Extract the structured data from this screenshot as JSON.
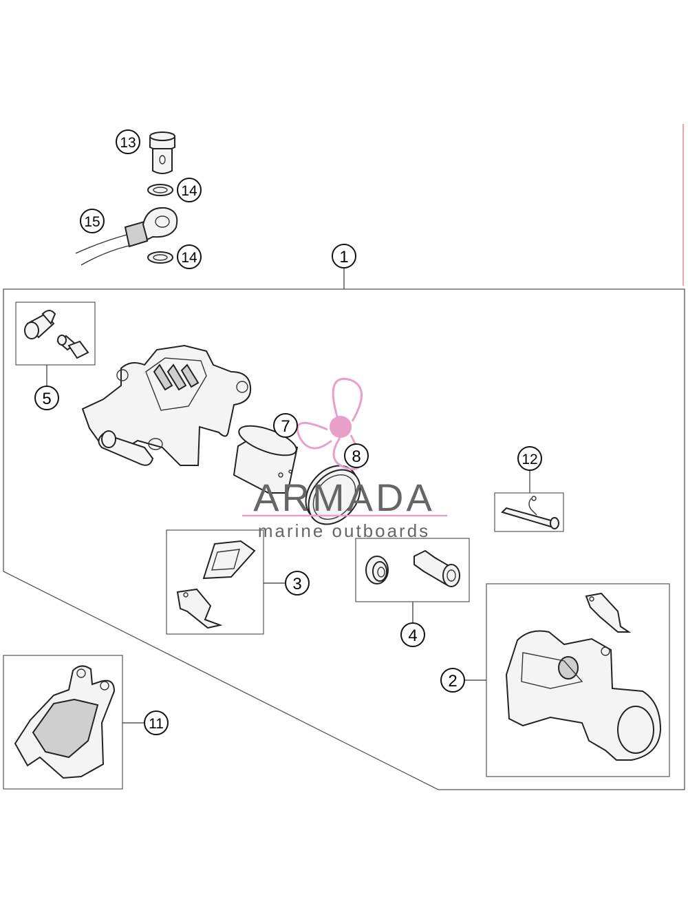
{
  "diagram": {
    "callouts": [
      {
        "id": "c1",
        "label": "1"
      },
      {
        "id": "c2",
        "label": "2"
      },
      {
        "id": "c3",
        "label": "3"
      },
      {
        "id": "c4",
        "label": "4"
      },
      {
        "id": "c5",
        "label": "5"
      },
      {
        "id": "c7",
        "label": "7"
      },
      {
        "id": "c8",
        "label": "8"
      },
      {
        "id": "c11",
        "label": "11"
      },
      {
        "id": "c12",
        "label": "12"
      },
      {
        "id": "c13",
        "label": "13"
      },
      {
        "id": "c14a",
        "label": "14"
      },
      {
        "id": "c14b",
        "label": "14"
      },
      {
        "id": "c15",
        "label": "15"
      }
    ]
  },
  "watermark": {
    "brand": "ARMADA",
    "tagline": "marine outboards",
    "colors": {
      "accent": "#e8a0c8",
      "text": "#666666"
    }
  },
  "colors": {
    "line": "#222222",
    "edge_marker": "#e06a6a"
  }
}
